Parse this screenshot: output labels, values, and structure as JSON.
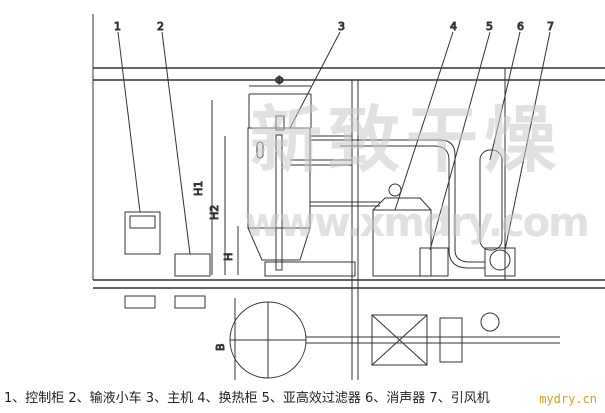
{
  "callouts": [
    "1",
    "2",
    "3",
    "4",
    "5",
    "6",
    "7"
  ],
  "dimensions": {
    "phi": "Φ",
    "h1": "H1",
    "h2": "H2",
    "h": "H",
    "b": "B"
  },
  "watermark": {
    "brand": "新致干燥",
    "url": "www.xmdry.com"
  },
  "caption": "1、控制柜 2、输液小车 3、主机 4、换热柜 5、亚高效过滤器 6、消声器 7、引风机",
  "site": "mydry.cn",
  "colors": {
    "line": "#333333",
    "site": "#d9a21b"
  }
}
